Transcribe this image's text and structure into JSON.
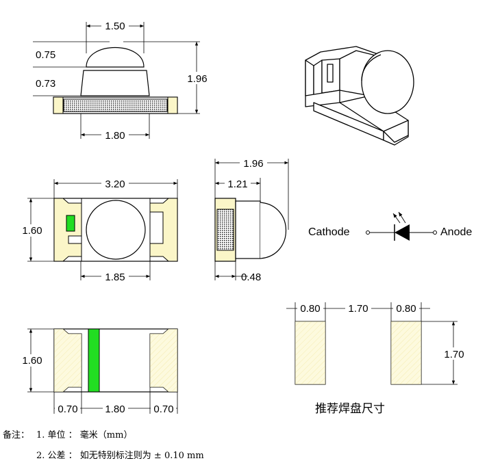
{
  "side_view": {
    "lens_width": "1.50",
    "lens_height": "0.75",
    "body_height": "0.73",
    "total_height": "1.96",
    "bottom_width": "1.80"
  },
  "top_view": {
    "length": "3.20",
    "width": "1.60",
    "lens_diameter": "1.85"
  },
  "end_view": {
    "total_depth": "1.96",
    "body_depth": "1.21",
    "lens_offset": "0.48"
  },
  "bottom_view": {
    "width": "1.60",
    "pad_left": "0.70",
    "gap": "1.80",
    "pad_right": "0.70"
  },
  "footprint": {
    "pad_width_left": "0.80",
    "pad_gap": "1.70",
    "pad_width_right": "0.80",
    "pad_height": "1.70",
    "caption": "推荐焊盘尺寸"
  },
  "symbol": {
    "cathode_label": "Cathode",
    "anode_label": "Anode"
  },
  "notes": {
    "prefix": "备注：",
    "line1": "1. 单位 ： 毫米（mm）",
    "line2": "2. 公差 ： 如无特别标注则为 ±  0.10  mm"
  },
  "colors": {
    "pad_fill": "#fbf6c8",
    "cathode_mark": "#22dd22",
    "line": "#000000"
  }
}
